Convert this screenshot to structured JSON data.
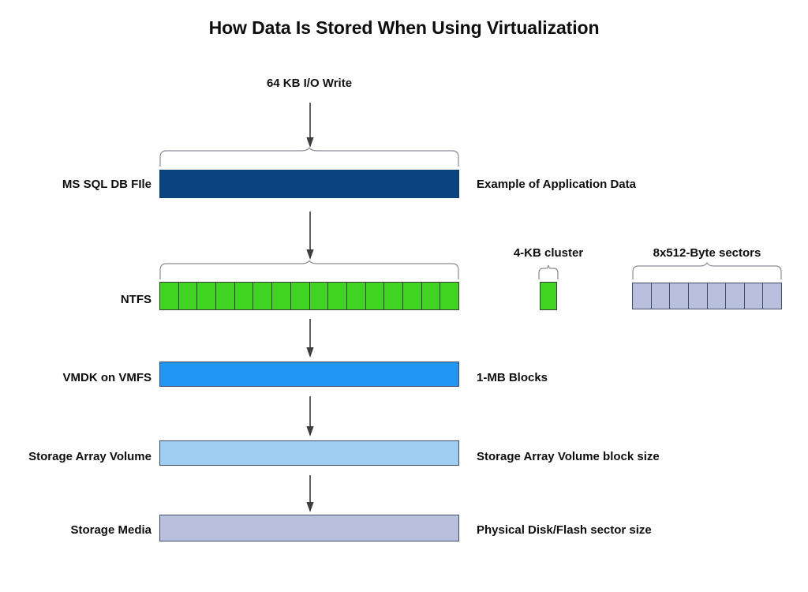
{
  "title": "How Data Is Stored When Using Virtualization",
  "io": {
    "label": "64 KB I/O Write"
  },
  "rows": [
    {
      "id": "ms-sql-db-file",
      "label": "MS SQL DB FIle",
      "caption": "Example of Application Data",
      "fill": "#0a4480",
      "style": "solid"
    },
    {
      "id": "ntfs",
      "label": "NTFS",
      "caption": "",
      "fill": "#3fd422",
      "style": "cells",
      "cell_count": 16
    },
    {
      "id": "vmdk-on-vmfs",
      "label": "VMDK on VMFS",
      "caption": "1-MB Blocks",
      "fill": "#2196f3",
      "style": "solid"
    },
    {
      "id": "storage-array-volume",
      "label": "Storage Array Volume",
      "caption": "Storage Array Volume block size",
      "fill": "#9fcef2",
      "style": "solid"
    },
    {
      "id": "storage-media",
      "label": "Storage Media",
      "caption": "Physical Disk/Flash sector size",
      "fill": "#b9c0dd",
      "style": "solid"
    }
  ],
  "legend": {
    "cluster": {
      "title": "4-KB cluster",
      "fill": "#3fd422",
      "cell_count": 1
    },
    "sectors": {
      "title": "8x512-Byte sectors",
      "fill": "#b9c0dd",
      "cell_count": 8
    }
  },
  "colors": {
    "background": "#ffffff",
    "text": "#0d0d0d",
    "arrow": "#3d3d3d",
    "brace": "#8a8a94",
    "cell_border_dark": "#3b3b3b",
    "cell_border_blue": "#3f4e63"
  },
  "chart_data": {
    "type": "diagram",
    "title": "How Data Is Stored When Using Virtualization",
    "description": "Stacked storage-layer diagram showing a 64 KB I/O write flowing down through application, file system, hypervisor, array and media layers.",
    "input": "64 KB I/O Write",
    "layers": [
      {
        "name": "MS SQL DB FIle",
        "annotation": "Example of Application Data",
        "representation": "single solid bar",
        "color": "#0a4480"
      },
      {
        "name": "NTFS",
        "annotation": "4-KB cluster",
        "representation": "16 equal cells",
        "cells": 16,
        "color": "#3fd422"
      },
      {
        "name": "VMDK on VMFS",
        "annotation": "1-MB Blocks",
        "representation": "single solid bar",
        "color": "#2196f3"
      },
      {
        "name": "Storage Array Volume",
        "annotation": "Storage Array Volume block size",
        "representation": "single solid bar",
        "color": "#9fcef2"
      },
      {
        "name": "Storage Media",
        "annotation": "Physical Disk/Flash sector size",
        "representation": "single solid bar",
        "color": "#b9c0dd"
      }
    ],
    "side_legends": [
      {
        "label": "4-KB cluster",
        "cells": 1,
        "color": "#3fd422"
      },
      {
        "label": "8x512-Byte sectors",
        "cells": 8,
        "color": "#b9c0dd"
      }
    ]
  }
}
